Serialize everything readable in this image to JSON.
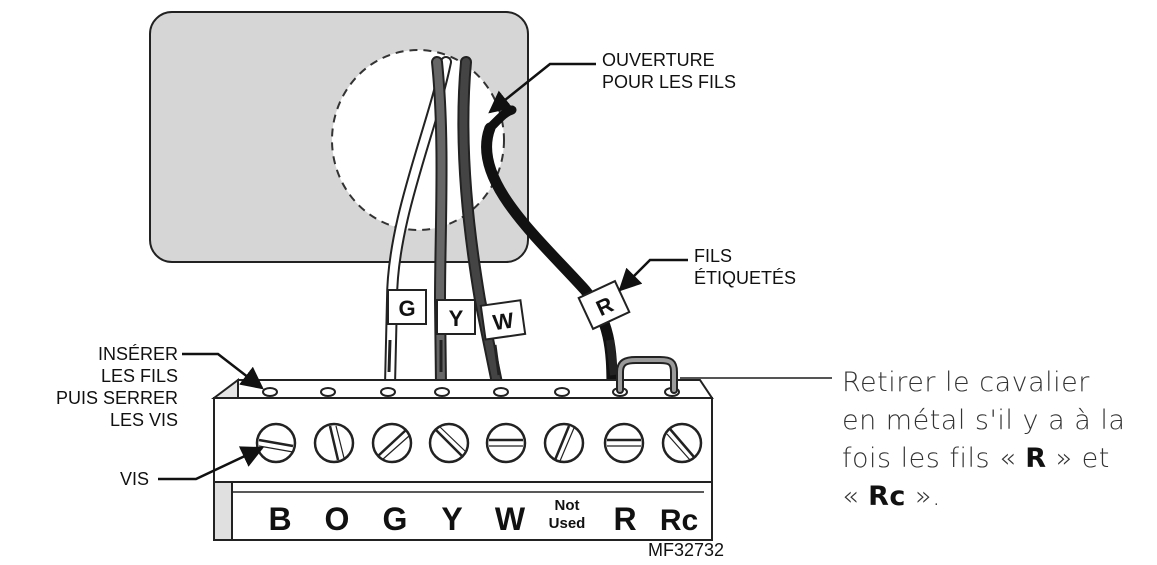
{
  "callouts": {
    "wire_opening": [
      "OUVERTURE",
      "POUR LES FILS"
    ],
    "labeled_wires": [
      "FILS",
      "ÉTIQUETÉS"
    ],
    "insert_wires": [
      "INSÉRER",
      "LES FILS",
      "PUIS SERRER",
      "LES VIS"
    ],
    "screws": "VIS"
  },
  "wire_tags": [
    "G",
    "Y",
    "W",
    "R"
  ],
  "terminals": [
    "B",
    "O",
    "G",
    "Y",
    "W",
    "Not",
    "Used",
    "R",
    "Rc"
  ],
  "figure_id": "MF32732",
  "note": {
    "line1": "Retirer le cavalier",
    "line2": "en métal s'il y a à la",
    "line3_pre": "fois les fils « ",
    "line3_bold": "R",
    "line3_post": " » et",
    "line4_pre": "« ",
    "line4_bold": "Rc",
    "line4_post": " »."
  },
  "colors": {
    "wallplate": "#d6d6d6",
    "outline": "#222222",
    "wire_dark": "#111111",
    "wire_gray": "#555555",
    "wire_white": "#ffffff",
    "note_text": "#333333"
  }
}
